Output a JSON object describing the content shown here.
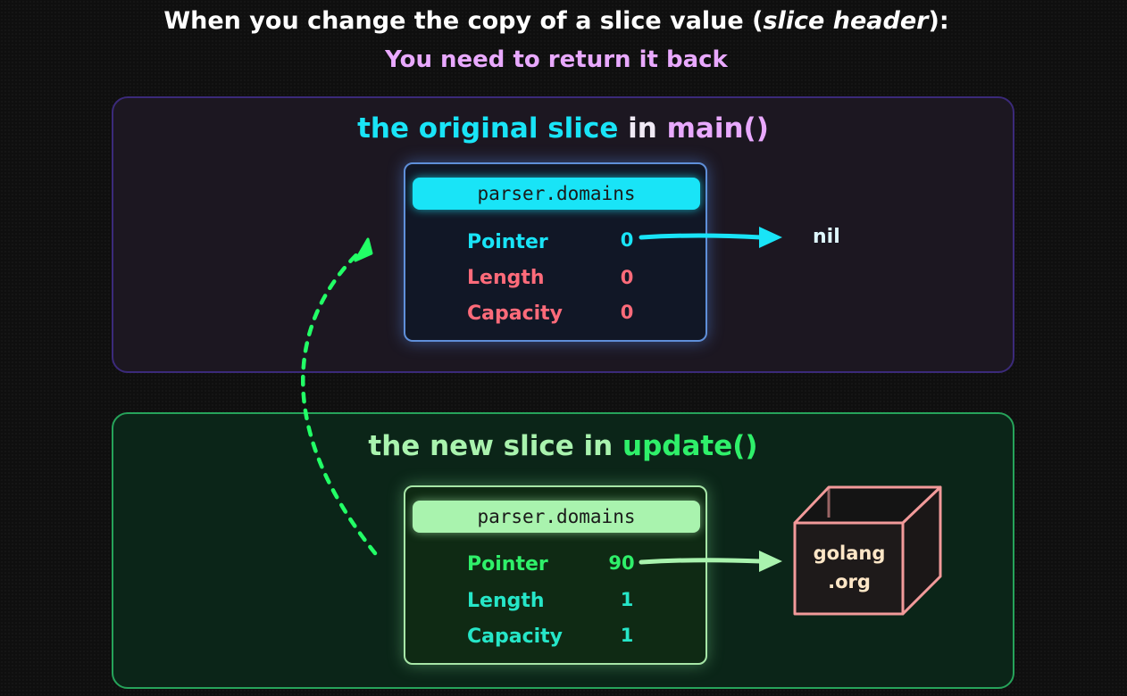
{
  "title": {
    "part1": "When you change the copy of a slice value (",
    "italic": "slice header",
    "part2": "):",
    "subtitle": "You need to return it back"
  },
  "top_panel": {
    "title_part1": "the original slice",
    "title_part2": " in ",
    "title_part3": "main()",
    "card": {
      "header": "parser.domains",
      "rows": [
        {
          "label": "Pointer",
          "value": "0"
        },
        {
          "label": "Length",
          "value": "0"
        },
        {
          "label": "Capacity",
          "value": "0"
        }
      ]
    },
    "target": "nil"
  },
  "bottom_panel": {
    "title_part1": "the new slice in ",
    "title_part2": "update()",
    "card": {
      "header": "parser.domains",
      "rows": [
        {
          "label": "Pointer",
          "value": "90"
        },
        {
          "label": "Length",
          "value": "1"
        },
        {
          "label": "Capacity",
          "value": "1"
        }
      ]
    },
    "box": {
      "line1": "golang",
      "line2": ".org"
    }
  },
  "colors": {
    "cyan": "#19e4f7",
    "pink": "#ff6b7a",
    "lavender": "#e9a9ff",
    "green": "#2ff06a",
    "mint": "#a9f3ae",
    "teal": "#26e6c8",
    "dashed_arrow": "#22ff66",
    "box_outline": "#f29a9a"
  }
}
